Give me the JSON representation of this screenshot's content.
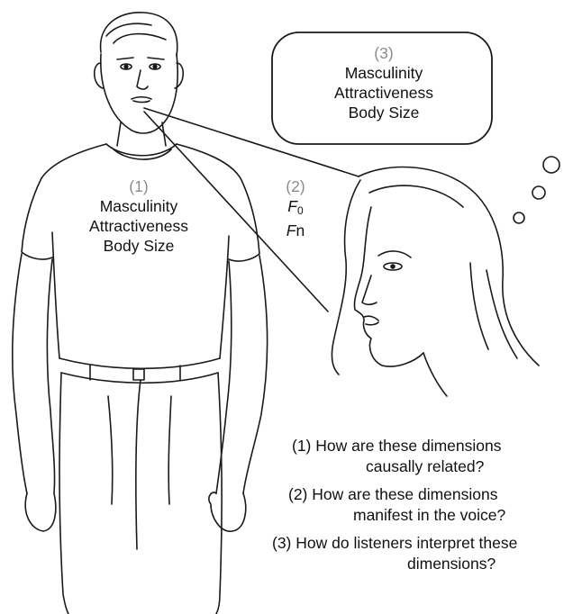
{
  "thought_bubble": {
    "number": "(3)",
    "lines": [
      "Masculinity",
      "Attractiveness",
      "Body Size"
    ]
  },
  "shirt_label": {
    "number": "(1)",
    "lines": [
      "Masculinity",
      "Attractiveness",
      "Body Size"
    ]
  },
  "voice_label": {
    "number": "(2)",
    "f0_symbol": "F",
    "f0_subscript": "0",
    "fn_symbol": "F",
    "fn_suffix": "n"
  },
  "questions": [
    {
      "number": "(1)",
      "line1": "How are these dimensions",
      "line2": "causally related?"
    },
    {
      "number": "(2)",
      "line1": "How are these dimensions",
      "line2": "manifest in the voice?"
    },
    {
      "number": "(3)",
      "line1": "How do listeners interpret these",
      "line2": "dimensions?"
    }
  ]
}
